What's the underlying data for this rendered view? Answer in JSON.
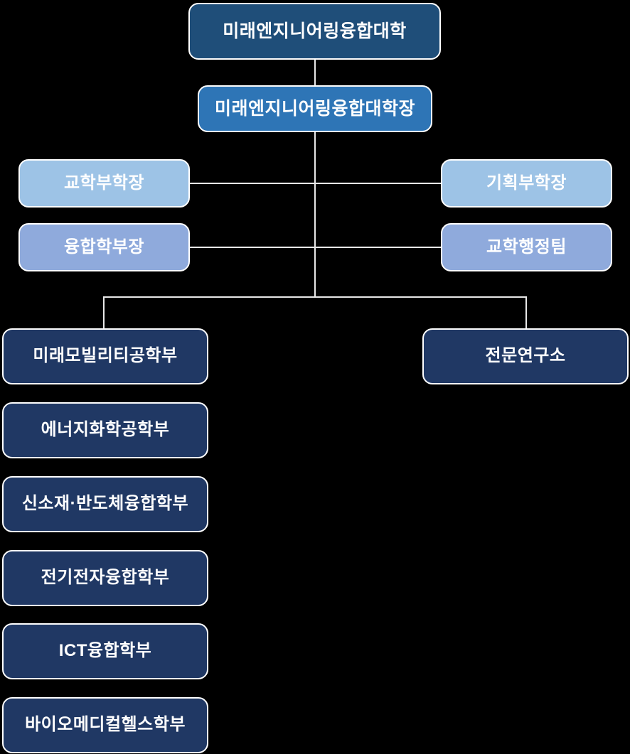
{
  "org": {
    "root": "미래엔지니어링융합대학",
    "dean": "미래엔지니어링융합대학장",
    "staff_left": [
      "교학부학장",
      "융합학부장"
    ],
    "staff_right": [
      "기획부학장",
      "교학행정팀"
    ],
    "departments": [
      "미래모빌리티공학부",
      "에너지화학공학부",
      "신소재·반도체융합학부",
      "전기전자융합학부",
      "ICT융합학부",
      "바이오메디컬헬스학부"
    ],
    "institute": "전문연구소"
  },
  "colors": {
    "background": "#000000",
    "root_fill": "#1F4E79",
    "dean_fill": "#2E75B6",
    "light_blue_fill": "#9DC3E6",
    "periwinkle_fill": "#8FAADC",
    "navy_fill": "#203864",
    "node_border": "#FFFFFF",
    "connector_line": "#E8E8E8",
    "text": "#FFFFFF"
  }
}
